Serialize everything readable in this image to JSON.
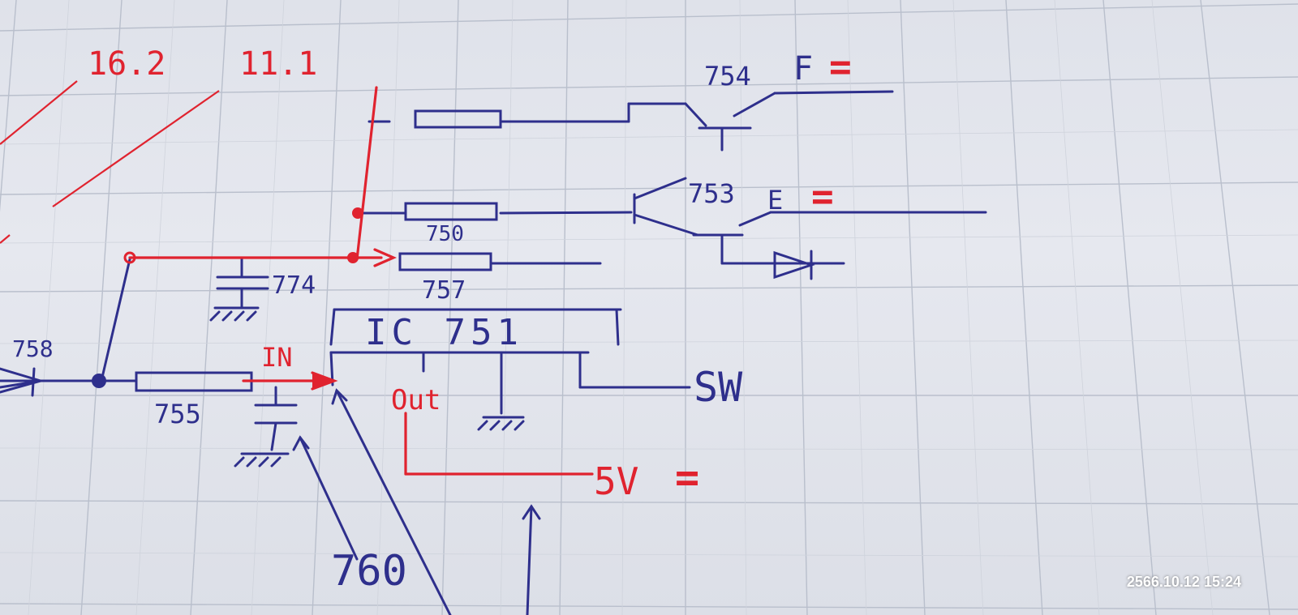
{
  "colors": {
    "blue": "#2e2f8c",
    "red": "#e0232f",
    "grid": "#b9bfcc"
  },
  "labels": {
    "ref_16_2": "16.2",
    "ref_11_1": "11.1",
    "t754": "754",
    "f_label": "F",
    "eq_f": "=",
    "t753": "753",
    "e_label": "E",
    "eq_e": "=",
    "r750": "750",
    "r757": "757",
    "c774": "774",
    "ic": "IC 751",
    "r758": "758",
    "in_label": "IN",
    "out_label": "Out",
    "sw_label": "SW",
    "r755": "755",
    "v5": "5V",
    "eq_5v": "=",
    "c760": "760"
  },
  "timestamp": "2566.10.12 15:24"
}
